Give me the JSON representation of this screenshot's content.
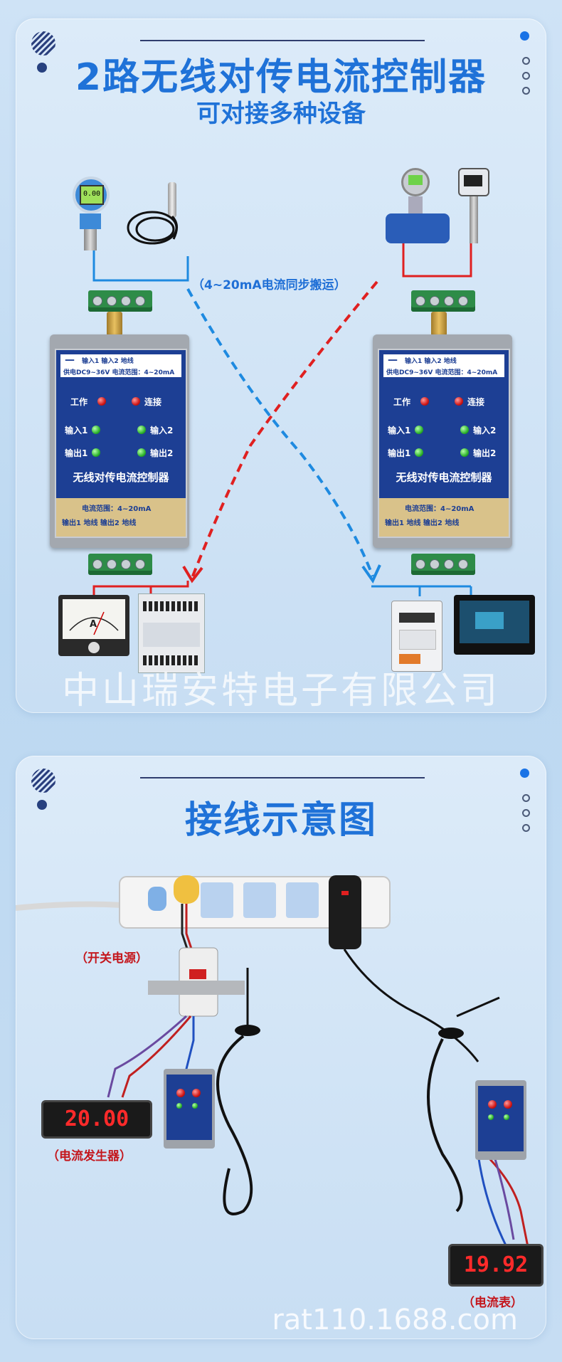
{
  "section1": {
    "title": "2路无线对传电流控制器",
    "subtitle": "可对接多种设备",
    "transfer_label": "（4~20mA电流同步搬运）",
    "watermark": "中山瑞安特电子有限公司",
    "controller": {
      "minus": "—",
      "plus": "+",
      "header_row1": "输入1 输入2 地线",
      "header_row2": "供电DC9~36V  电流范围：4~20mA",
      "work": "工作",
      "connect": "连接",
      "in1": "输入1",
      "in2": "输入2",
      "out1": "输出1",
      "out2": "输出2",
      "name": "无线对传电流控制器",
      "foot_range": "电流范围：4~20mA",
      "foot_row": "输出1 地线   输出2 地线"
    },
    "devices": {
      "transmitter_display": "0.00",
      "ammeter_letter": "A"
    }
  },
  "section2": {
    "title": "接线示意图",
    "caption_psu": "（开关电源）",
    "caption_generator": "（电流发生器）",
    "caption_meter": "（电流表）",
    "generator_display": "20.00",
    "meter_display": "19.92",
    "url_watermark": "rat110.1688.com"
  },
  "colors": {
    "title_blue": "#1f72d8",
    "caption_red": "#c4161c",
    "wire_red": "#e02020",
    "wire_blue": "#1e8ae0"
  }
}
